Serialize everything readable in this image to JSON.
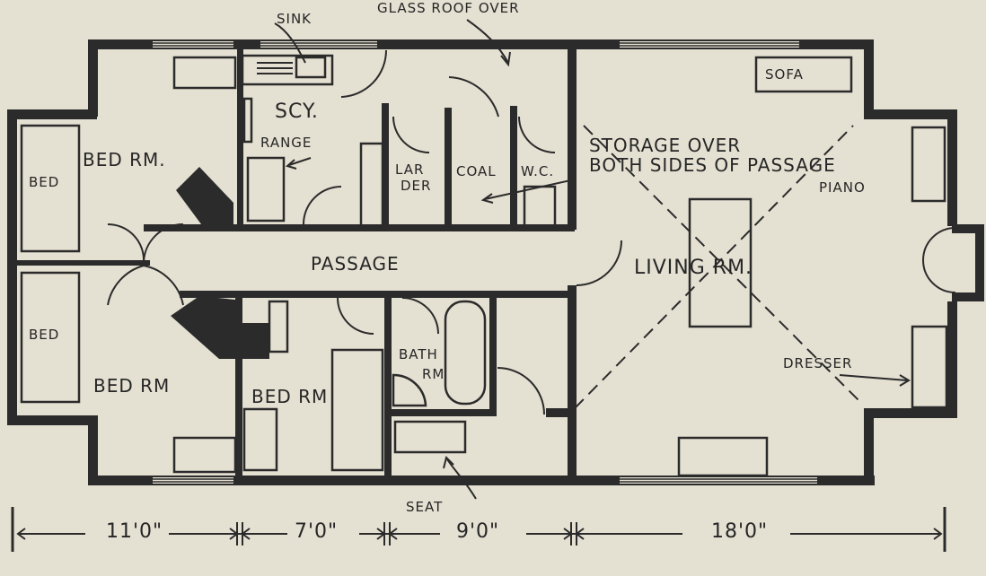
{
  "labels": {
    "sink": "SINK",
    "glass_roof": "GLASS ROOF OVER",
    "scy": "SCY.",
    "range": "RANGE",
    "sofa": "SOFA",
    "bed_rm_1": "BED RM.",
    "bed_1": "BED",
    "larder": "LAR",
    "larder_2": "DER",
    "coal": "COAL",
    "wc": "W.C.",
    "storage_1": "STORAGE OVER",
    "storage_2": "BOTH SIDES OF PASSAGE",
    "piano": "PIANO",
    "passage": "PASSAGE",
    "living_rm": "LIVING RM.",
    "bed_2": "BED",
    "bath_1": "BATH",
    "bath_2": "RM",
    "bed_rm_2": "BED RM",
    "bed_rm_3": "BED RM",
    "dresser": "DRESSER",
    "seat": "SEAT"
  },
  "dimensions": [
    "11'0\"",
    "7'0\"",
    "9'0\"",
    "18'0\""
  ]
}
